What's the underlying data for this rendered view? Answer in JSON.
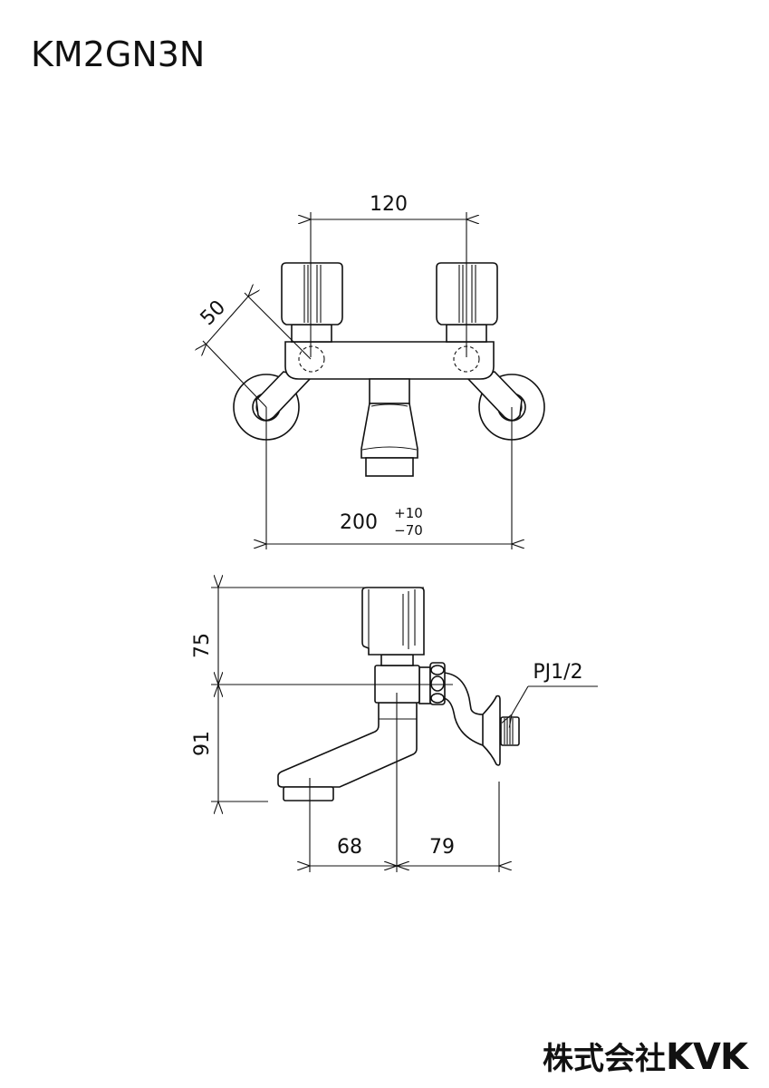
{
  "title": "KM2GN3N",
  "front_view": {
    "dim_valve_spacing": "120",
    "dim_offset": "50",
    "dim_width": "200",
    "tol_plus": "+10",
    "tol_minus": "−70"
  },
  "side_view": {
    "dim_handle_height": "75",
    "dim_spout_height": "91",
    "dim_spout_reach": "68",
    "dim_wall_depth": "79",
    "connection_label": "PJ1/2"
  },
  "logo": {
    "company": "株式会社",
    "brand": "KVK"
  }
}
